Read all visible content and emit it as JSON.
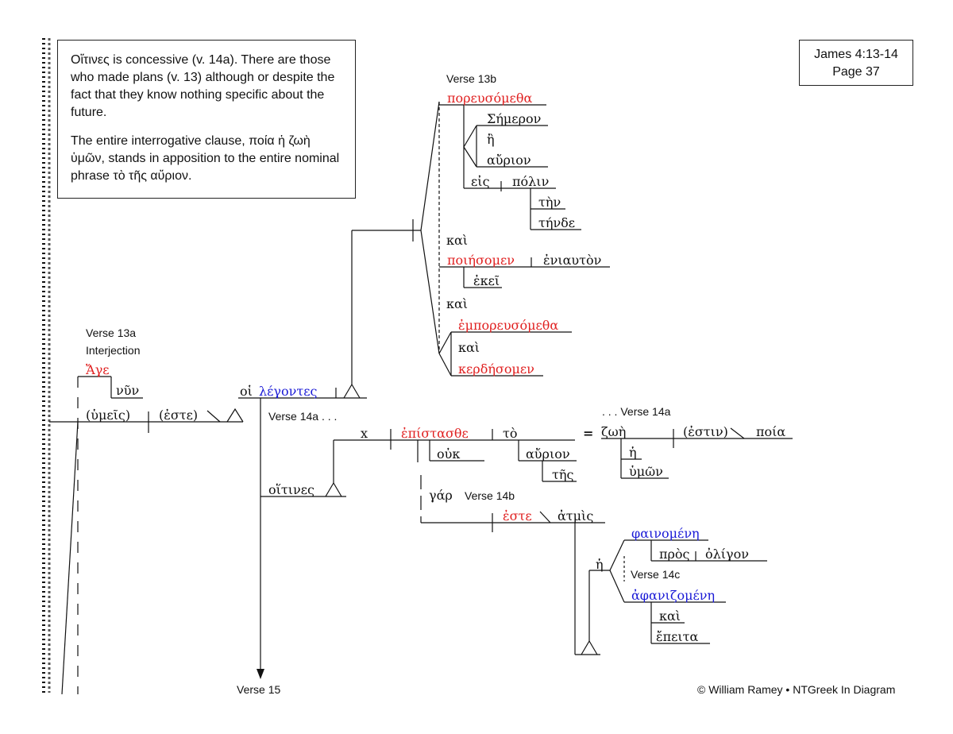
{
  "note": {
    "p1": "Οἵτινες is concessive (v. 14a). There are those who made plans (v. 13) although or despite the fact that they know nothing specific about the future.",
    "p2": "The entire interrogative clause, ποία ἡ ζωὴ ὑμῶν, stands in apposition to the entire nominal phrase τὸ τῆς αὔριον."
  },
  "reference": {
    "line1": "James 4:13-14",
    "line2": "Page 37"
  },
  "footer": {
    "verse15": "Verse 15",
    "copyright": "© William Ramey • NTGreek In Diagram"
  },
  "colors": {
    "red": "#e02020",
    "blue": "#1a1ad6",
    "black": "#111111"
  },
  "labels": {
    "v13a": "Verse 13a",
    "interjection": "Interjection",
    "v13b": "Verse 13b",
    "v14a_left": "Verse 14a . . .",
    "v14a_right": ". . . Verse 14a",
    "v14b": "Verse 14b",
    "v14c": "Verse 14c"
  },
  "words": {
    "age": "Ἄγε",
    "nun": "νῦν",
    "humeis": "(ὑμεῖς)",
    "este_paren": "(ἐστε)",
    "hoi": "οἱ",
    "legontes": "λέγοντες",
    "poreusometha": "πορευσόμεθα",
    "semeron": "Σήμερον",
    "e": "ἢ",
    "aurion": "αὔριον",
    "eis": "εἰς",
    "polin": "πόλιν",
    "ten": "τὴν",
    "tende": "τήνδε",
    "kai": "καὶ",
    "poiesomen": "ποιήσομεν",
    "eniauton": "ἐνιαυτὸν",
    "ekei": "ἐκεῖ",
    "emporeusometha": "ἐμπορευσόμεθα",
    "kerdesomen": "κερδήσομεν",
    "hoitines": "οἵτινες",
    "x": "x",
    "epistasthe": "ἐπίστασθε",
    "to": "τὸ",
    "ouk": "οὐκ",
    "tes": "τῆς",
    "equals": "=",
    "zoe": "ζωὴ",
    "estin": "(ἐστιν)",
    "poia": "ποία",
    "he": "ἡ",
    "humon": "ὑμῶν",
    "gar": "γάρ",
    "este": "ἐστε",
    "atmis": "ἀτμὶς",
    "phainomene": "φαινομένη",
    "pros": "πρὸς",
    "oligon": "ὀλίγον",
    "aphanizomene": "ἀφανιζομένη",
    "epeita": "ἔπειτα"
  }
}
